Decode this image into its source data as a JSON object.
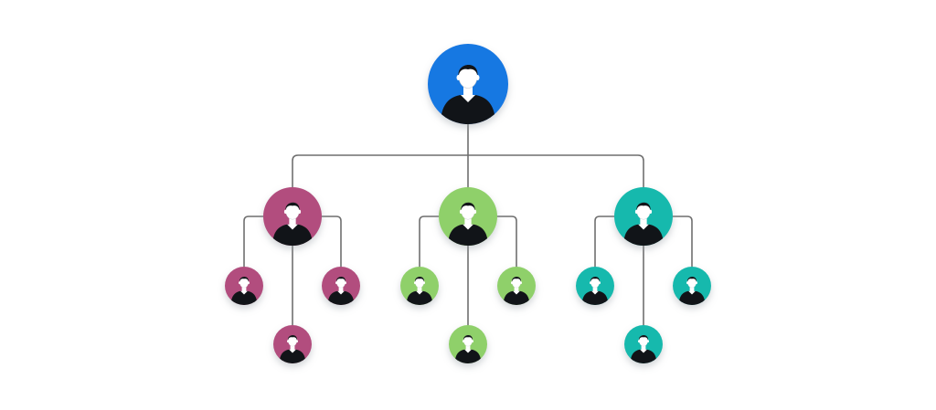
{
  "colors": {
    "background": "#ffffff",
    "connector": "#6f6f6f",
    "person_silhouette": "#111418",
    "person_shadow": "#c9ccd1"
  },
  "root": {
    "icon": "person-avatar-icon",
    "color": "#1378e2",
    "size": "large"
  },
  "branches": [
    {
      "name": "magenta",
      "manager": {
        "icon": "person-avatar-icon",
        "color": "#b24e7e",
        "size": "medium"
      },
      "members": [
        {
          "icon": "person-avatar-icon",
          "color": "#b24e7e",
          "size": "small",
          "slot": "left"
        },
        {
          "icon": "person-avatar-icon",
          "color": "#b24e7e",
          "size": "small",
          "slot": "right"
        },
        {
          "icon": "person-avatar-icon",
          "color": "#b24e7e",
          "size": "small",
          "slot": "bottom"
        }
      ]
    },
    {
      "name": "green",
      "manager": {
        "icon": "person-avatar-icon",
        "color": "#8fd06a",
        "size": "medium"
      },
      "members": [
        {
          "icon": "person-avatar-icon",
          "color": "#8fd06a",
          "size": "small",
          "slot": "left"
        },
        {
          "icon": "person-avatar-icon",
          "color": "#8fd06a",
          "size": "small",
          "slot": "right"
        },
        {
          "icon": "person-avatar-icon",
          "color": "#8fd06a",
          "size": "small",
          "slot": "bottom"
        }
      ]
    },
    {
      "name": "teal",
      "manager": {
        "icon": "person-avatar-icon",
        "color": "#17b9ad",
        "size": "medium"
      },
      "members": [
        {
          "icon": "person-avatar-icon",
          "color": "#17b9ad",
          "size": "small",
          "slot": "left"
        },
        {
          "icon": "person-avatar-icon",
          "color": "#17b9ad",
          "size": "small",
          "slot": "right"
        },
        {
          "icon": "person-avatar-icon",
          "color": "#17b9ad",
          "size": "small",
          "slot": "bottom"
        }
      ]
    }
  ]
}
